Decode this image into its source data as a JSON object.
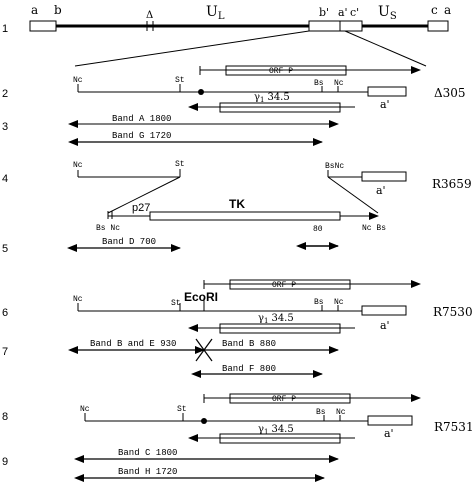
{
  "rows": {
    "r1": "1",
    "r2": "2",
    "r3": "3",
    "r4": "4",
    "r5": "5",
    "r6": "6",
    "r7": "7",
    "r8": "8",
    "r9": "9"
  },
  "genome": {
    "a_left": "a",
    "b_left": "b",
    "delta": "Δ",
    "UL": "U",
    "UL_sub": "L",
    "b_prime": "b'",
    "a_prime": "a'",
    "c_prime": "c'",
    "US": "U",
    "US_sub": "S",
    "c_right": "c",
    "a_right": "a"
  },
  "constructs": {
    "d305": "Δ305",
    "r3659": "R3659",
    "r7530": "R7530",
    "r7531": "R7531"
  },
  "labels": {
    "nc": "Nc",
    "st": "St",
    "bs": "Bs",
    "a_prime": "a'",
    "orf_p": "ORF P",
    "gamma": "γ",
    "gamma_sub": "1",
    "gamma_num": "34.5",
    "p27": "p27",
    "tk": "TK",
    "eco": "EcoRI",
    "n80": "80",
    "bsnc": "BsNc",
    "bs_nc": "Bs Nc",
    "nc_bs": "Nc Bs"
  },
  "bands": {
    "a": "Band A  1800",
    "g": "Band G  1720",
    "d": "Band D  700",
    "be": "Band B and E  930",
    "b": "Band B   880",
    "f": "Band F   800",
    "c": "Band C    1800",
    "h": "Band H   1720"
  }
}
